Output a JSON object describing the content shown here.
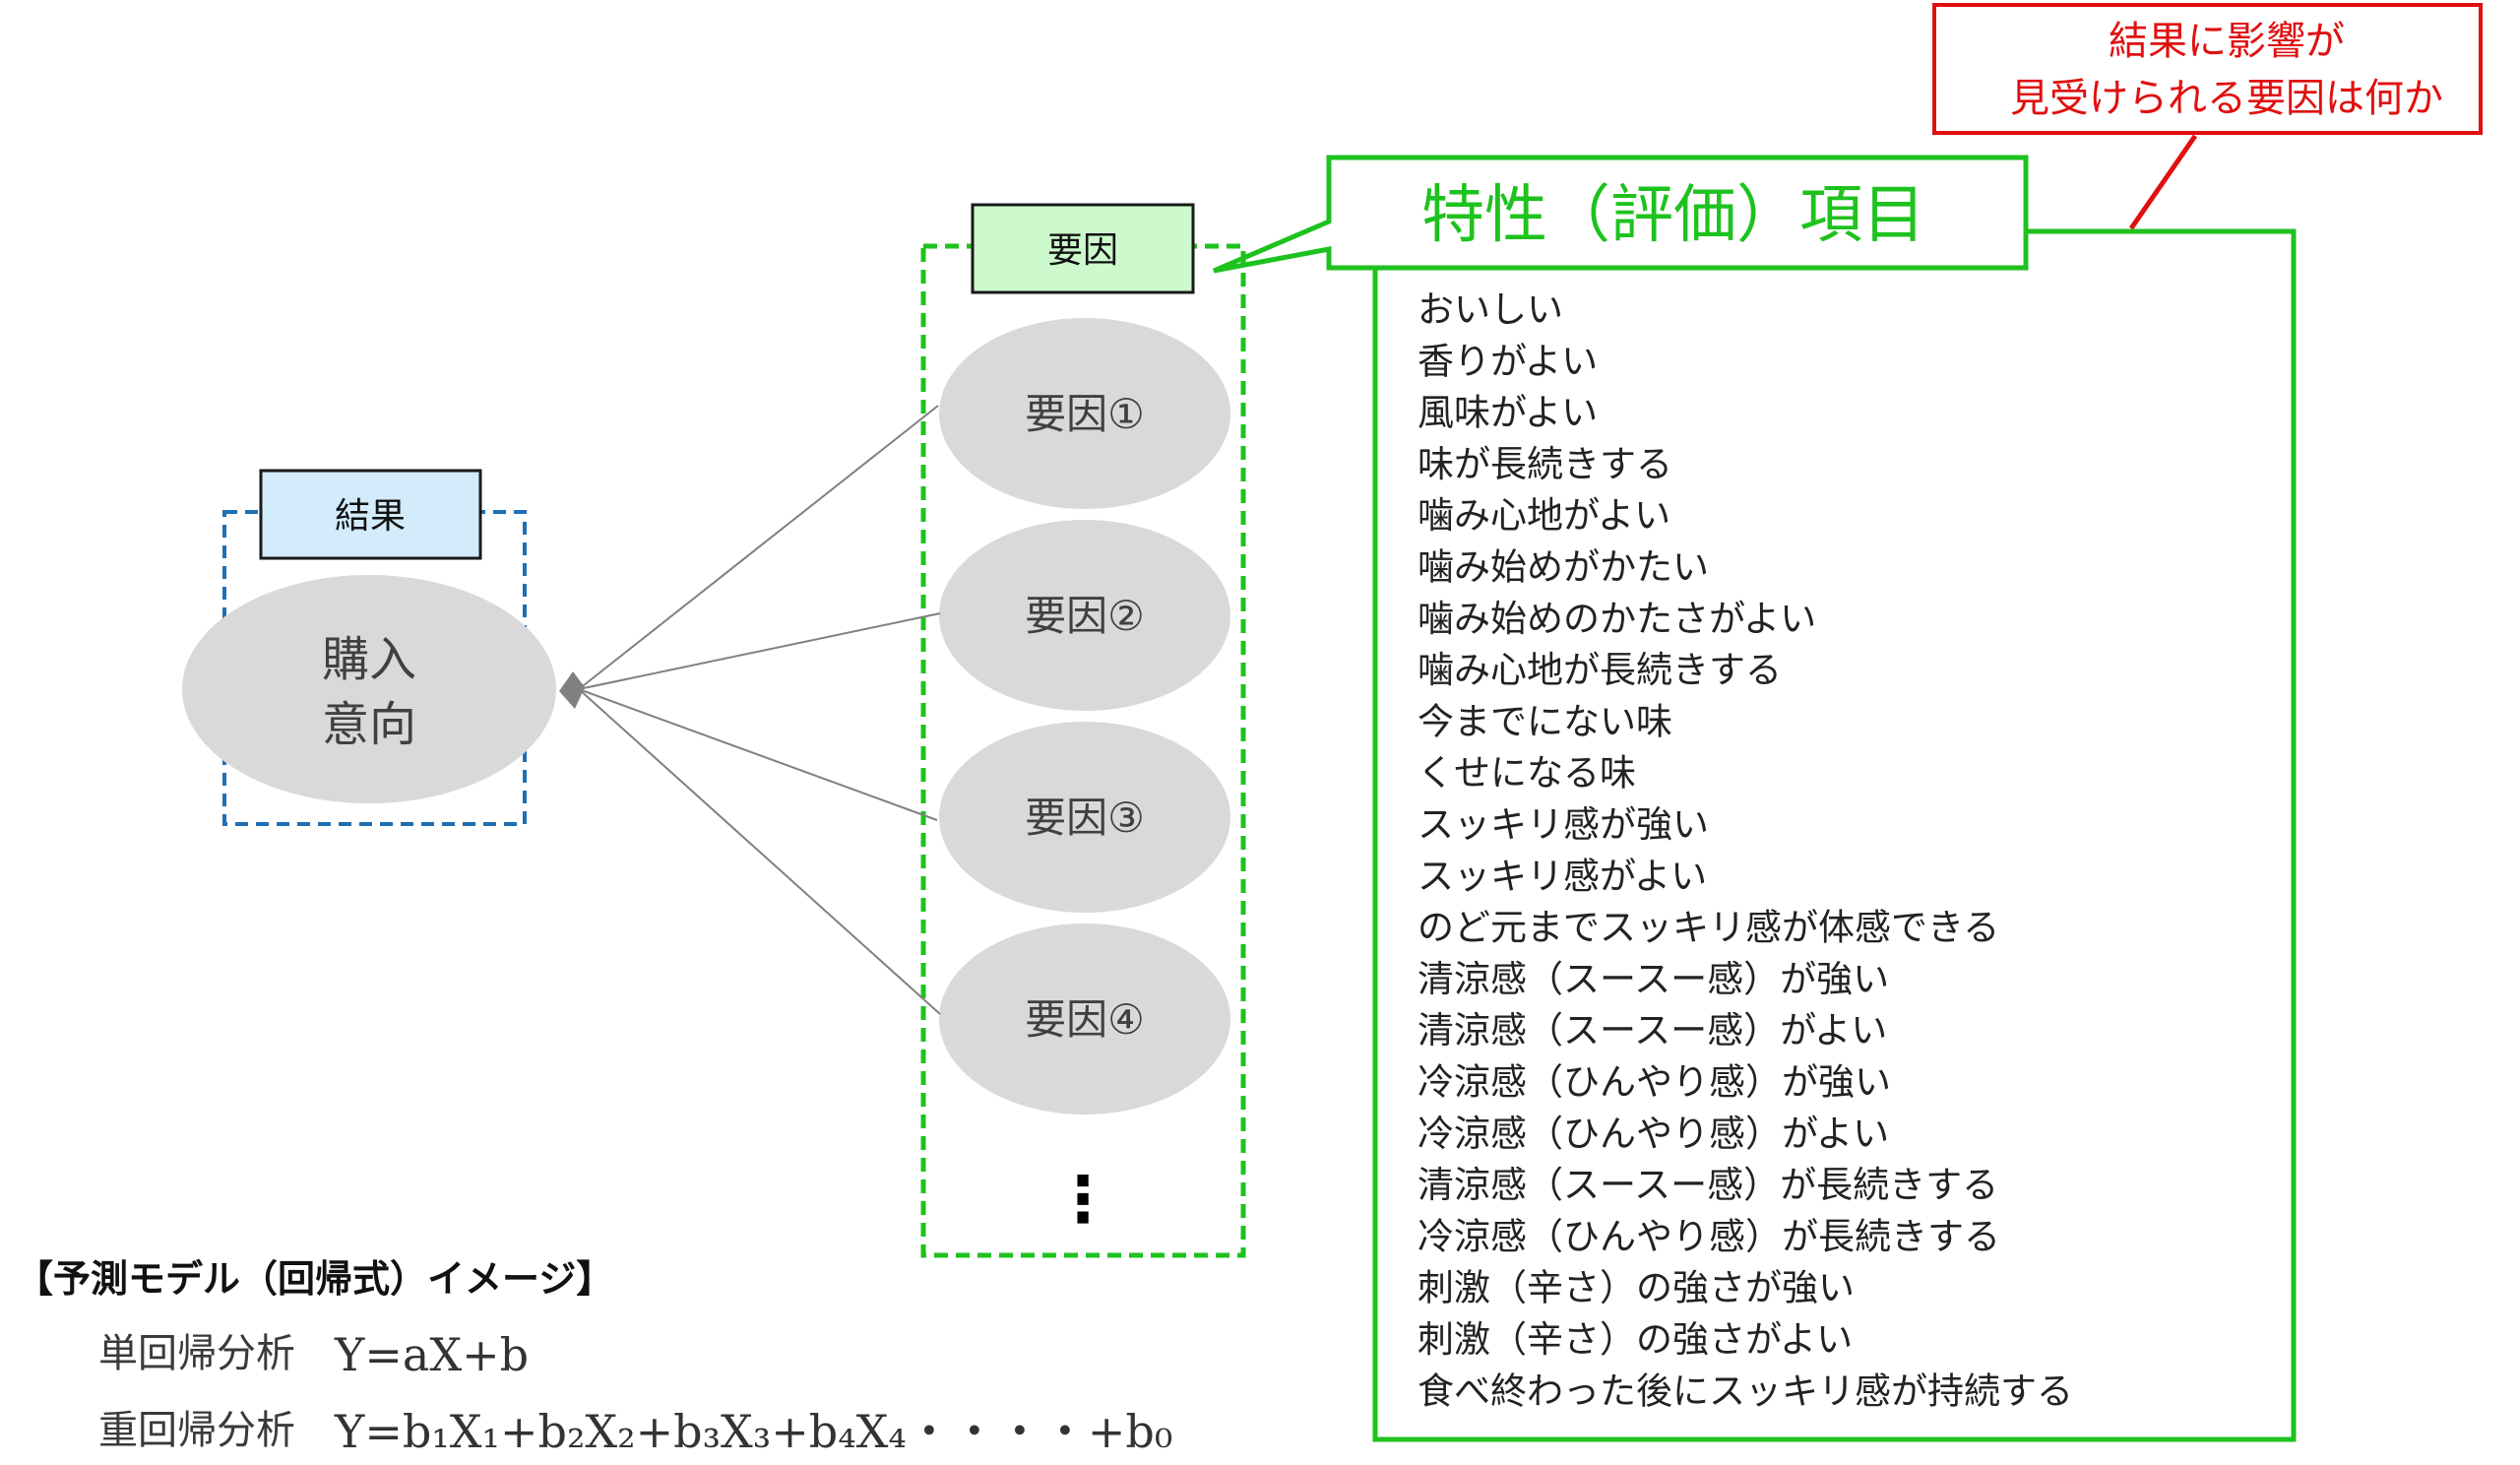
{
  "colors": {
    "accent_green": "#1ec21e",
    "accent_red": "#e01010",
    "dashed_blue": "#1f6fb2",
    "result_fill": "#d2ecfb",
    "factor_fill": "#ccfacc",
    "node_fill": "#d9d9d9",
    "connector": "#808080"
  },
  "callout_question": {
    "lines": [
      "結果に影響が",
      "見受けられる要因は何か"
    ]
  },
  "attributes_panel": {
    "title": "特性（評価）項目",
    "items": [
      "おいしい",
      "香りがよい",
      "風味がよい",
      "味が長続きする",
      "噛み心地がよい",
      "噛み始めがかたい",
      "噛み始めのかたさがよい",
      "噛み心地が長続きする",
      "今までにない味",
      "くせになる味",
      "スッキリ感が強い",
      "スッキリ感がよい",
      "のど元までスッキリ感が体感できる",
      "清涼感（スースー感）が強い",
      "清涼感（スースー感）がよい",
      "冷涼感（ひんやり感）が強い",
      "冷涼感（ひんやり感）がよい",
      "清涼感（スースー感）が長続きする",
      "冷涼感（ひんやり感）が長続きする",
      "刺激（辛さ）の強さが強い",
      "刺激（辛さ）の強さがよい",
      "食べ終わった後にスッキリ感が持続する"
    ]
  },
  "result_group": {
    "tag": "結果",
    "node_lines": [
      "購入",
      "意向"
    ]
  },
  "factor_group": {
    "tag": "要因",
    "nodes": [
      "要因①",
      "要因②",
      "要因③",
      "要因④"
    ],
    "ellipsis": "⋮"
  },
  "model_section": {
    "title": "【予測モデル（回帰式）イメージ】",
    "rows": [
      {
        "label": "単回帰分析",
        "expr": "Y=aX+b"
      },
      {
        "label": "重回帰分析",
        "expr": "Y=b₁X₁+b₂X₂+b₃X₃+b₄X₄・・・・+b₀"
      }
    ]
  }
}
